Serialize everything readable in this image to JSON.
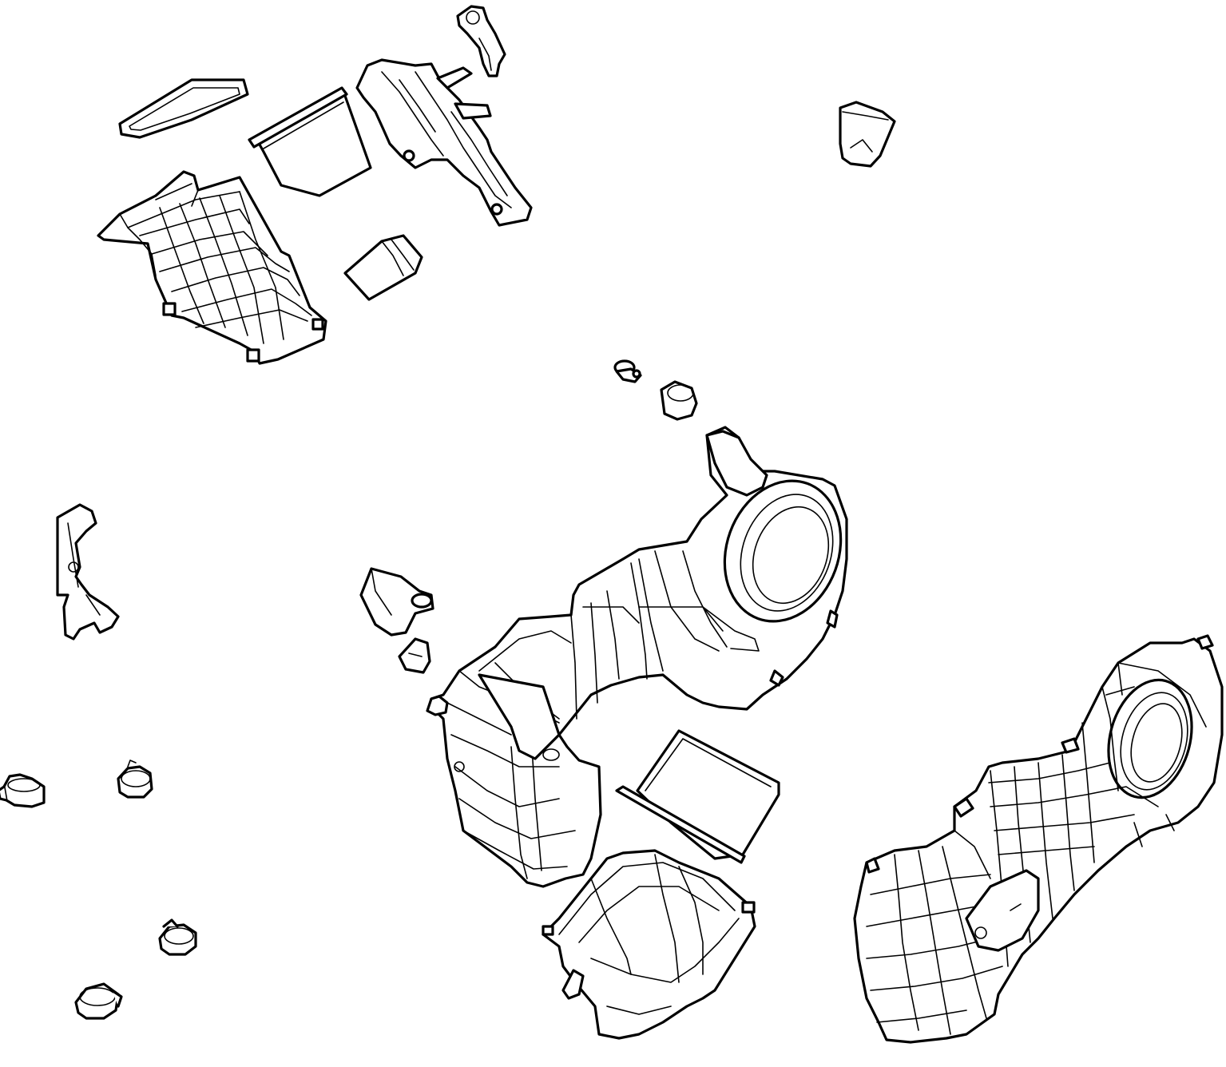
{
  "diagram": {
    "kind": "exploded-parts-line-drawing",
    "subject": "hvac-heater-blower-housing-assembly",
    "stroke_color": "#000000",
    "background_color": "#ffffff",
    "parts": [
      "upper-housing-shell",
      "upper-seal-gasket",
      "upper-filter-door",
      "actuator-bracket",
      "actuator-arm",
      "foam-seal-block",
      "grommet-cone",
      "center-fitting",
      "center-grommet",
      "blower-housing-main",
      "drain-elbow",
      "small-grommet",
      "left-bracket",
      "hose-clamp",
      "filter-panel-lower",
      "lower-tray",
      "outer-housing-case"
    ]
  }
}
